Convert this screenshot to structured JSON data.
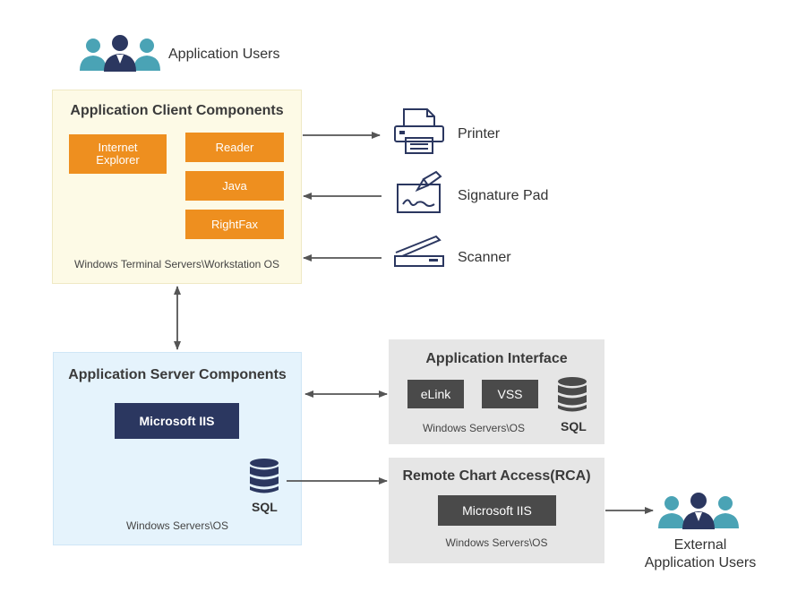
{
  "users": {
    "label": "Application Users"
  },
  "client": {
    "title": "Application Client Components",
    "os": "Windows Terminal Servers\\Workstation OS",
    "components": {
      "ie_line1": "Internet",
      "ie_line2": "Explorer",
      "reader": "Reader",
      "java": "Java",
      "rightfax": "RightFax"
    }
  },
  "devices": {
    "printer": "Printer",
    "signature_pad": "Signature Pad",
    "scanner": "Scanner"
  },
  "server": {
    "title": "Application Server Components",
    "iis": "Microsoft IIS",
    "sql": "SQL",
    "os": "Windows Servers\\OS"
  },
  "interface": {
    "title": "Application Interface",
    "elink": "eLink",
    "vss": "VSS",
    "sql": "SQL",
    "os": "Windows Servers\\OS"
  },
  "rca": {
    "title": "Remote Chart Access(RCA)",
    "iis": "Microsoft IIS",
    "os": "Windows Servers\\OS"
  },
  "external_users": {
    "line1": "External",
    "line2": "Application Users"
  },
  "colors": {
    "orange": "#ee8f1f",
    "navy": "#2b3760",
    "dark_gray": "#4a4a4a",
    "client_bg": "#fdfae6",
    "server_bg": "#e5f3fc",
    "panel_gray": "#e6e6e6",
    "arrow": "#555555"
  }
}
